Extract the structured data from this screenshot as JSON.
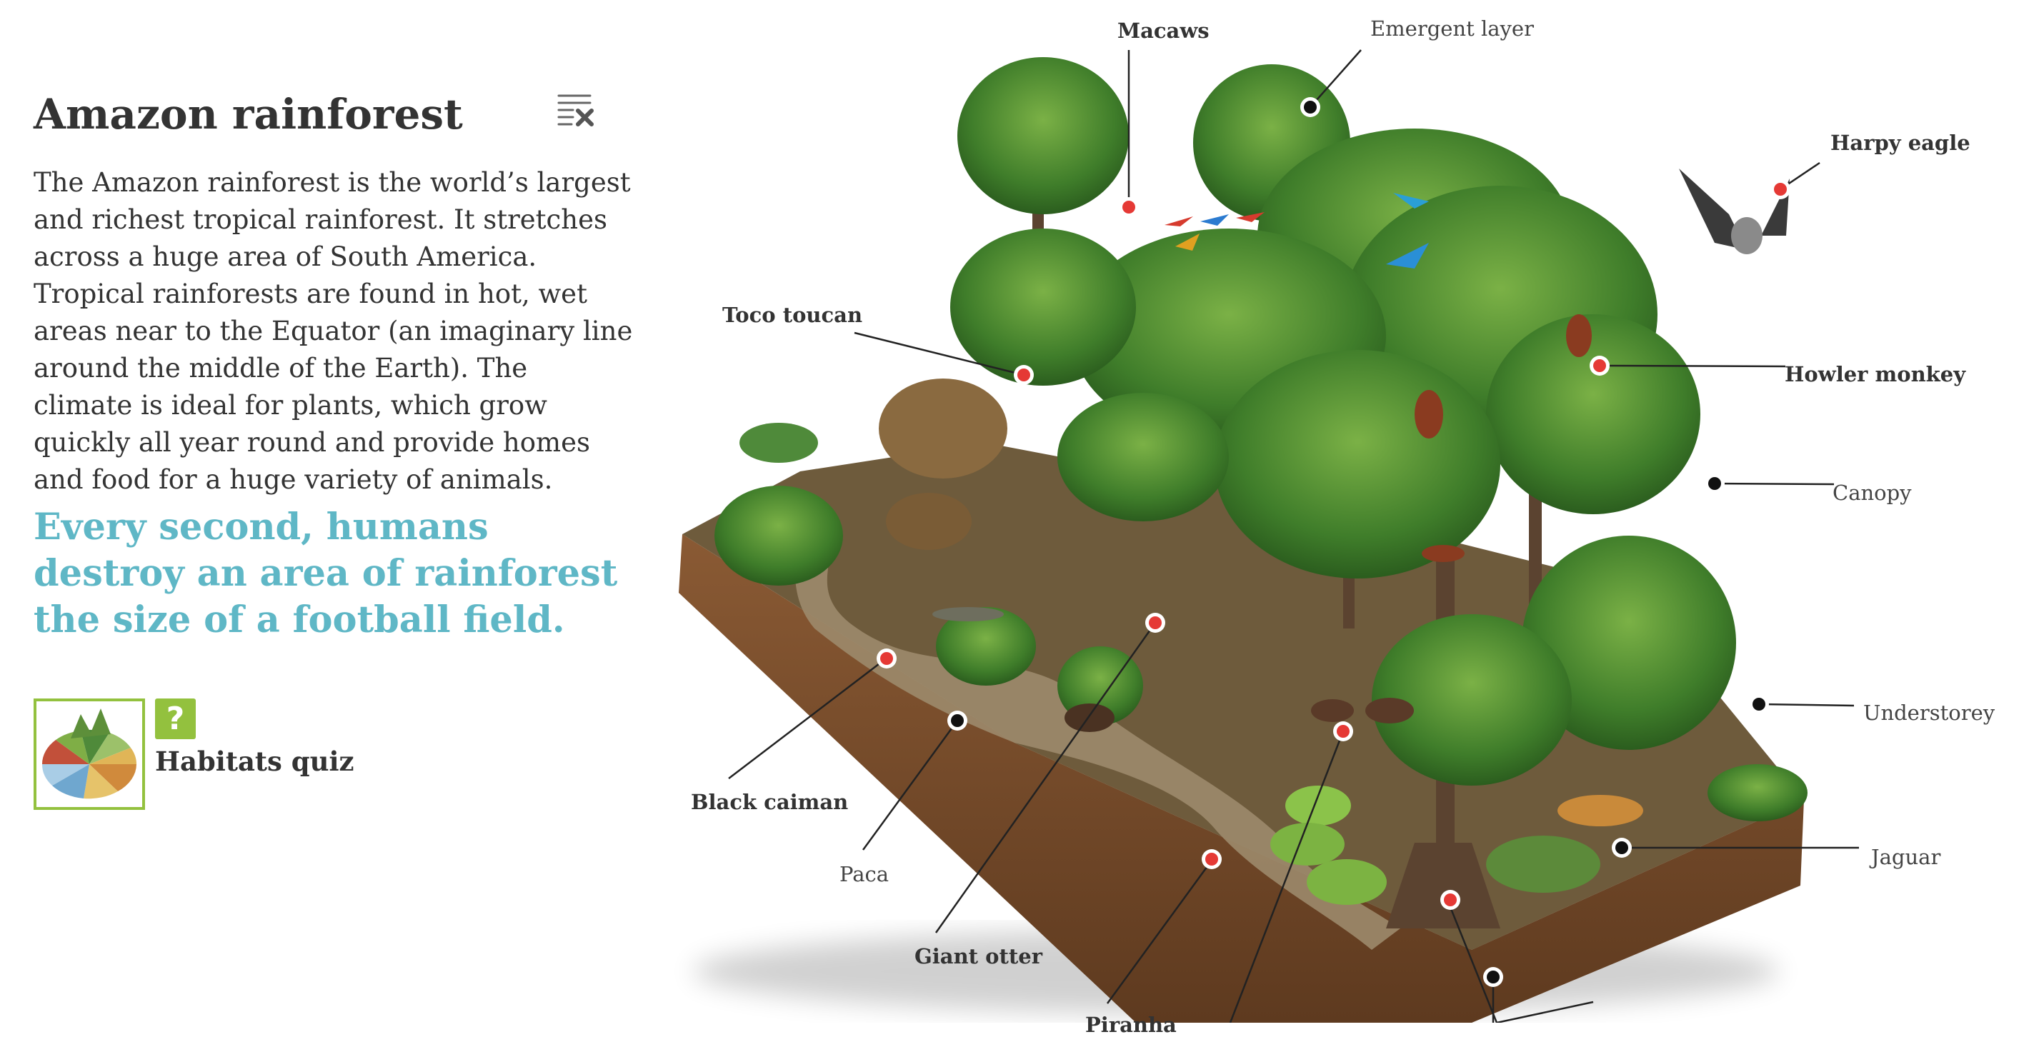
{
  "page": {
    "title": "Amazon rainforest",
    "intro": "The Amazon rainforest is the world’s largest and richest tropical rainforest. It stretches across a huge area of South America. Tropical rainforests are found in hot, wet areas near to the Equator (an imaginary line around the middle of the Earth). The climate is ideal for plants, which grow quickly all year round and provide homes and food for a huge variety of animals.",
    "callout": "Every second, humans destroy an area of rainforest the size of a football field.",
    "close_icon": "close-list-icon"
  },
  "quiz": {
    "label": "Habitats quiz",
    "icon": "question-mark-icon",
    "icon_text": "?",
    "thumbnail": "habitats-pie-thumbnail"
  },
  "labels": {
    "macaws": "Macaws",
    "emergent_layer": "Emergent layer",
    "harpy_eagle": "Harpy eagle",
    "toco_toucan": "Toco toucan",
    "howler_monkey": "Howler monkey",
    "canopy": "Canopy",
    "understorey": "Understorey",
    "jaguar": "Jaguar",
    "black_caiman": "Black caiman",
    "paca": "Paca",
    "giant_otter": "Giant otter",
    "piranha_partial": "Piranha"
  },
  "colors": {
    "accent_teal": "#5fb7c6",
    "quiz_green": "#93c13e",
    "animal_pin": "#e53935",
    "layer_pin": "#111111",
    "text": "#333333"
  }
}
